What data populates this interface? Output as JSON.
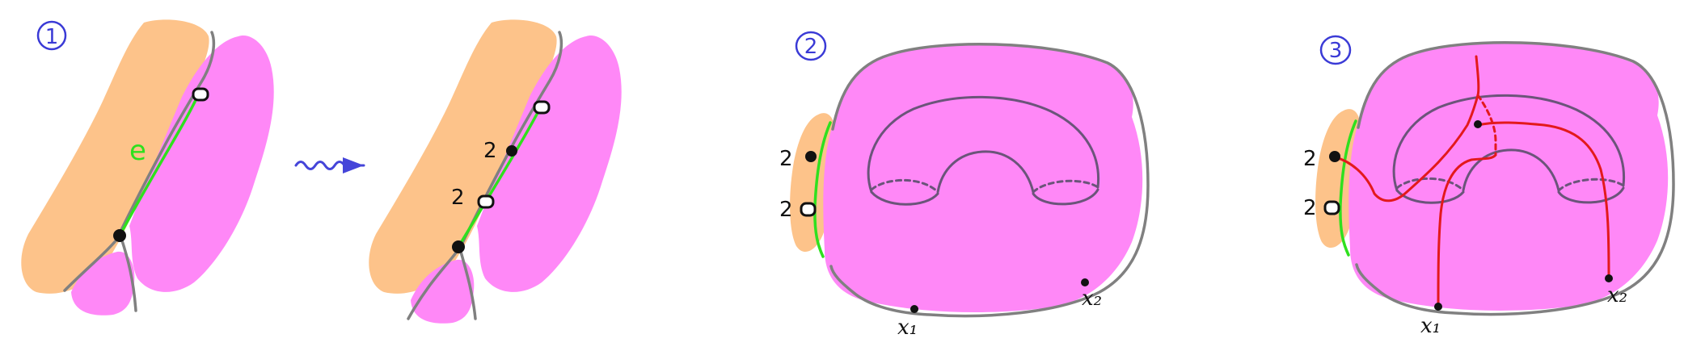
{
  "panels": [
    {
      "step": "1",
      "edge_label": "e"
    },
    {
      "vertex_labels": [
        "2",
        "2"
      ]
    },
    {
      "step": "2",
      "vertex_labels": [
        "2",
        "2"
      ],
      "points": [
        "x₁",
        "x₂"
      ]
    },
    {
      "step": "3",
      "vertex_labels": [
        "2",
        "2"
      ],
      "points": [
        "x₁",
        "x₂"
      ]
    }
  ],
  "colors": {
    "orange_region": "#FDC38A",
    "pink_region": "#FF88F7",
    "boundary": "#808080",
    "edge": "#2FE01E",
    "curve": "#E3191C",
    "circle_label": "#3A3AD6",
    "arrow": "#4545D9",
    "torus": "#6B547A"
  },
  "icons": [
    "arrow-icon"
  ]
}
